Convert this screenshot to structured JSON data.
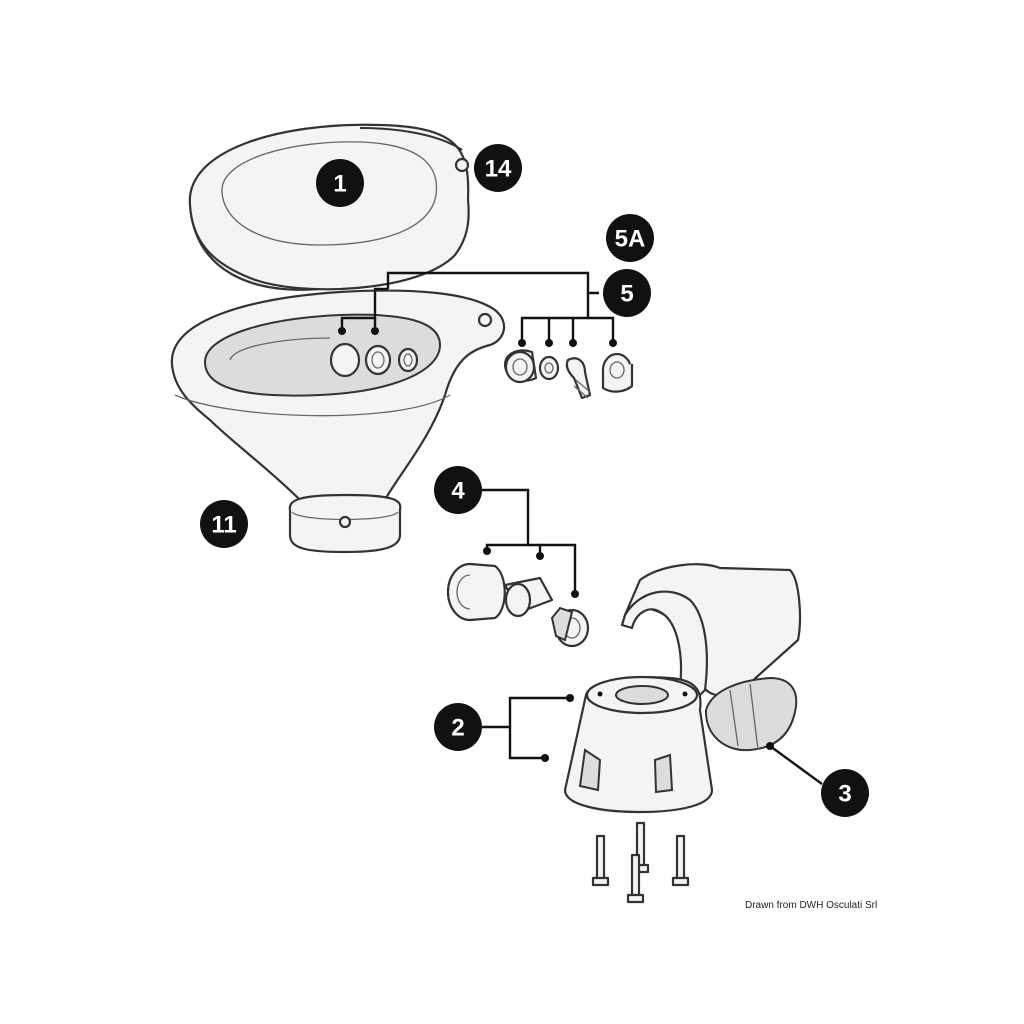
{
  "diagram": {
    "callouts": {
      "lid": "1",
      "hinge": "14",
      "bowl_fittings_alt": "5A",
      "bowl_fittings": "5",
      "bowl": "11",
      "discharge_fittings": "4",
      "pump_base": "2",
      "pump_assembly": "3"
    },
    "credit": "Drawn from DWH Osculati Srl"
  }
}
